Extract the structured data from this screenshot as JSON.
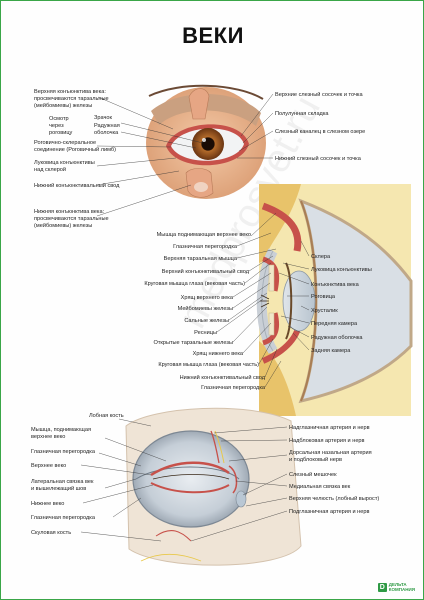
{
  "title": "ВЕКИ",
  "watermark": "medprosvet.ru",
  "brand": {
    "name": "ДЕЛЬТА",
    "sub": "КОМПАНИЯ",
    "mark": "D",
    "color": "#2f9a45"
  },
  "colors": {
    "border": "#3aa648",
    "skin": "#e9b58f",
    "muscle": "#c7514a",
    "sclera": "#eef0f3",
    "iris": "#9a5a25"
  },
  "section1": {
    "left_labels": [
      "Верхняя конъюнктива века:",
      "просвечиваются тарзальные",
      "(мейбомиевы) железы",
      "Осмотр",
      "через",
      "роговицу",
      "Зрачок",
      "Радужная",
      "оболочка",
      "Роговично-склеральное",
      "соединение (Роговичный лимб)",
      "Луковица конъюнктивы",
      "над склерой",
      "Нижний конъюнктивальный свод",
      "Нижняя конъюнктива века:",
      "просвечиваются тарзальные",
      "(мейбомиевы) железы"
    ],
    "right_labels": [
      "Верхние слезный сосочек и точка",
      "Полулунная складка",
      "Слезный каналец в слезном озере",
      "Нижний слезный сосочек и точка"
    ]
  },
  "section2": {
    "left_labels": [
      "Мышца поднимающая верхнее веко",
      "Глазничная перегородка",
      "Верхняя тарзальная мышца",
      "Верхний конъюнктивальный свод",
      "Круговая мышца глаза (вековая часть)",
      "Хрящ верхнего века",
      "Мейбомиевы железы",
      "Сальные железы",
      "Ресницы",
      "Открытые тарзальные железы",
      "Хрящ нижнего века",
      "Круговая мышца глаза (вековая часть)",
      "Нижний конъюнктивальный свод",
      "Глазничная перегородка"
    ],
    "right_labels": [
      "Склера",
      "Луковица конъюнктивы",
      "Конъюнктива века",
      "Роговица",
      "Хрусталик",
      "Передняя камера",
      "Радужная оболочка",
      "Задняя камера"
    ]
  },
  "section3": {
    "top_label": "Лобная кость",
    "left_labels": [
      "Мышца, поднимающая",
      "верхнее веко",
      "Глазничная перегородка",
      "Верхнее веко",
      "Латеральная связка век",
      "и вышележащий шов",
      "Нижнее веко",
      "Глазничная перегородка",
      "Скуловая кость"
    ],
    "right_labels": [
      "Надглазничная артерия и нерв",
      "Надблоковая артерия и нерв",
      "Дорсальная назальная артерия",
      "и подблоковый нерв",
      "Слезный мешочек",
      "Медиальная связка век",
      "Верхняя челюсть (лобный вырост)",
      "Подглазничная артерия и нерв"
    ]
  }
}
